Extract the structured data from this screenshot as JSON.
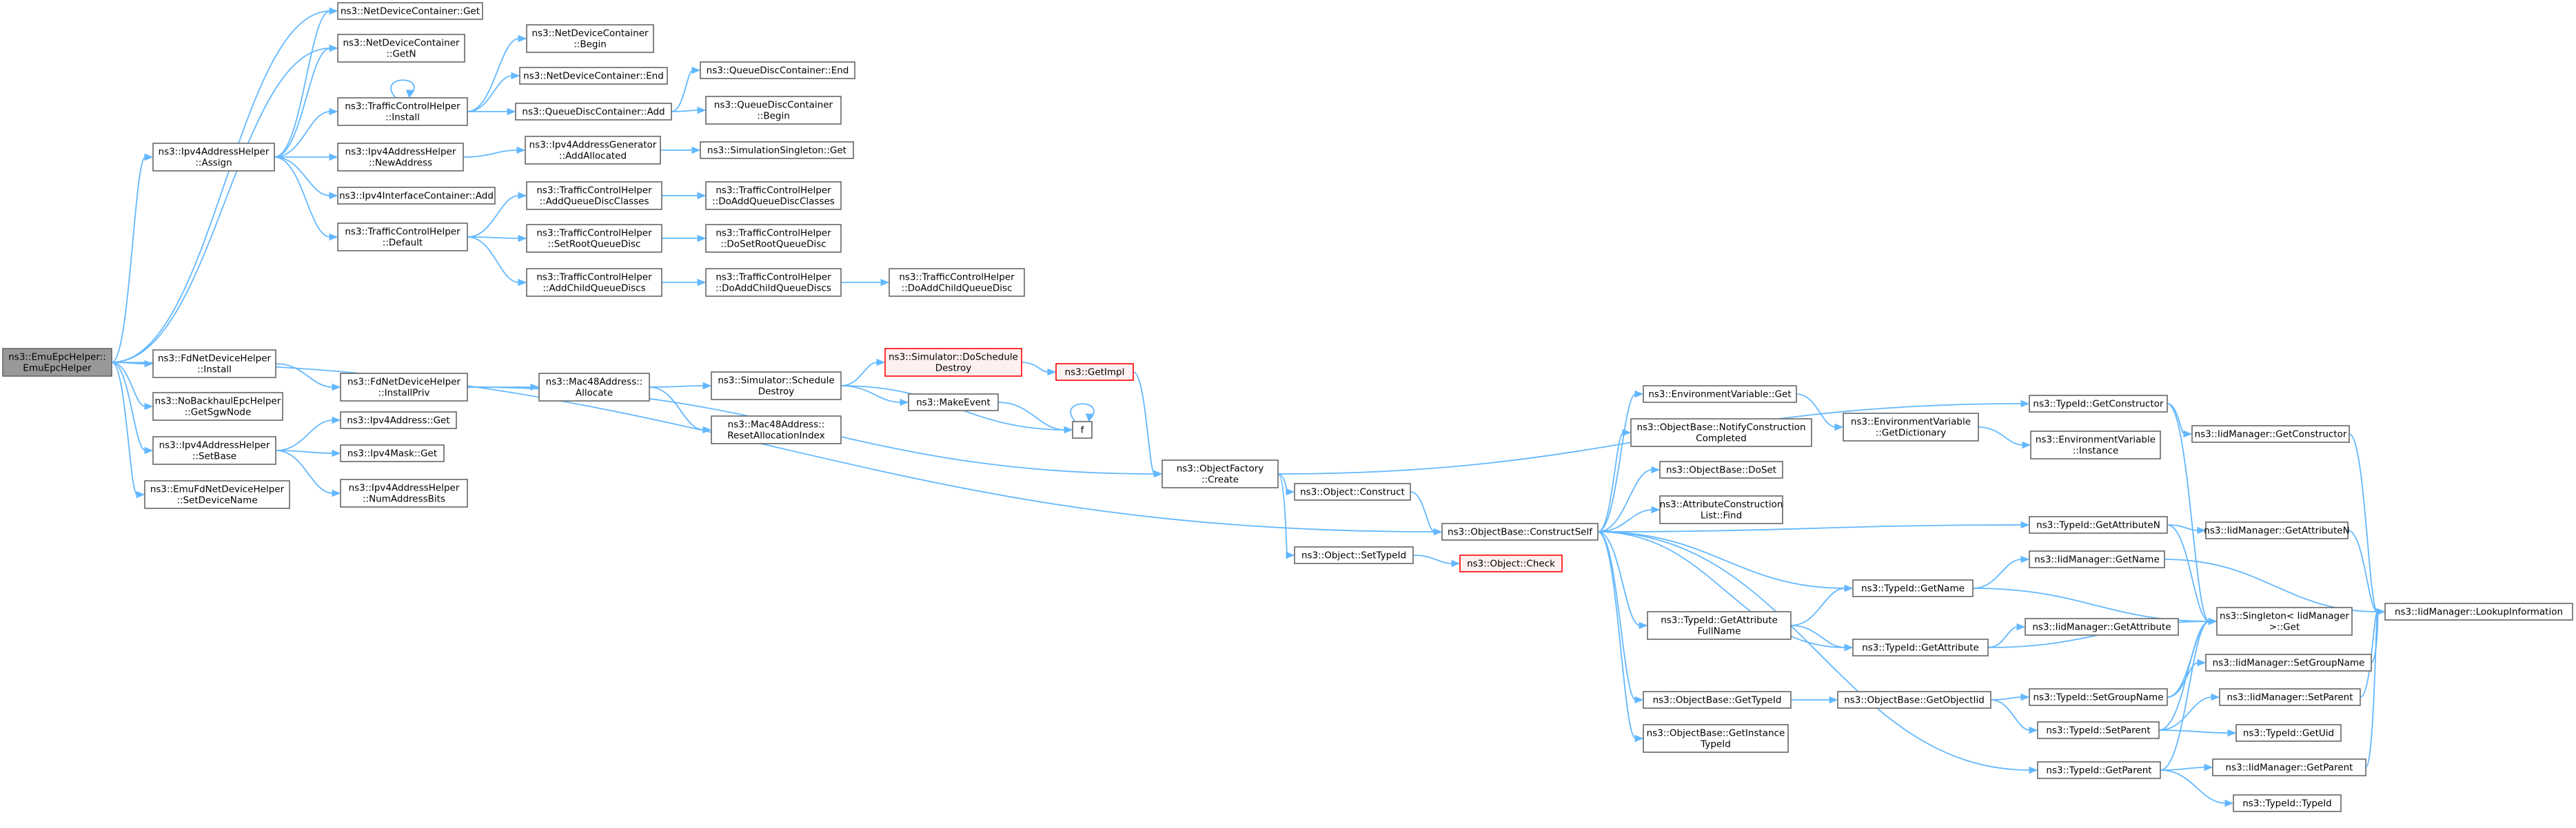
{
  "nodes": [
    {
      "id": "root",
      "lines": [
        "ns3::EmuEpcHelper::",
        "EmuEpcHelper"
      ],
      "style": "root"
    },
    {
      "id": "ndcGet",
      "lines": [
        "ns3::NetDeviceContainer::Get"
      ]
    },
    {
      "id": "ndcGetN",
      "lines": [
        "ns3::NetDeviceContainer",
        "::GetN"
      ]
    },
    {
      "id": "ndcBegin",
      "lines": [
        "ns3::NetDeviceContainer",
        "::Begin"
      ]
    },
    {
      "id": "ndcEnd",
      "lines": [
        "ns3::NetDeviceContainer::End"
      ]
    },
    {
      "id": "qdcEnd",
      "lines": [
        "ns3::QueueDiscContainer::End"
      ]
    },
    {
      "id": "qdcAdd",
      "lines": [
        "ns3::QueueDiscContainer::Add"
      ]
    },
    {
      "id": "qdcBegin",
      "lines": [
        "ns3::QueueDiscContainer",
        "::Begin"
      ]
    },
    {
      "id": "ipv4Assign",
      "lines": [
        "ns3::Ipv4AddressHelper",
        "::Assign"
      ]
    },
    {
      "id": "tchInstall",
      "lines": [
        "ns3::TrafficControlHelper",
        "::Install"
      ]
    },
    {
      "id": "ipv4NewAddr",
      "lines": [
        "ns3::Ipv4AddressHelper",
        "::NewAddress"
      ]
    },
    {
      "id": "ipv4GenAdd",
      "lines": [
        "ns3::Ipv4AddressGenerator",
        "::AddAllocated"
      ]
    },
    {
      "id": "simSingleton",
      "lines": [
        "ns3::SimulationSingleton::Get"
      ]
    },
    {
      "id": "ipv4IfcAdd",
      "lines": [
        "ns3::Ipv4InterfaceContainer::Add"
      ]
    },
    {
      "id": "tchDefault",
      "lines": [
        "ns3::TrafficControlHelper",
        "::Default"
      ]
    },
    {
      "id": "tchAddQDC",
      "lines": [
        "ns3::TrafficControlHelper",
        "::AddQueueDiscClasses"
      ]
    },
    {
      "id": "tchDoAddQDC",
      "lines": [
        "ns3::TrafficControlHelper",
        "::DoAddQueueDiscClasses"
      ]
    },
    {
      "id": "tchSetRoot",
      "lines": [
        "ns3::TrafficControlHelper",
        "::SetRootQueueDisc"
      ]
    },
    {
      "id": "tchDoSetRoot",
      "lines": [
        "ns3::TrafficControlHelper",
        "::DoSetRootQueueDisc"
      ]
    },
    {
      "id": "tchAddChild",
      "lines": [
        "ns3::TrafficControlHelper",
        "::AddChildQueueDiscs"
      ]
    },
    {
      "id": "tchDoAddChildren",
      "lines": [
        "ns3::TrafficControlHelper",
        "::DoAddChildQueueDiscs"
      ]
    },
    {
      "id": "tchDoAddChild",
      "lines": [
        "ns3::TrafficControlHelper",
        "::DoAddChildQueueDisc"
      ]
    },
    {
      "id": "fdInstall",
      "lines": [
        "ns3::FdNetDeviceHelper",
        "::Install"
      ]
    },
    {
      "id": "fdInstallPriv",
      "lines": [
        "ns3::FdNetDeviceHelper",
        "::InstallPriv"
      ]
    },
    {
      "id": "macAllocate",
      "lines": [
        "ns3::Mac48Address::",
        "Allocate"
      ]
    },
    {
      "id": "simSchedDestroy",
      "lines": [
        "ns3::Simulator::Schedule",
        "Destroy"
      ]
    },
    {
      "id": "simDoSched",
      "lines": [
        "ns3::Simulator::DoSchedule",
        "Destroy"
      ],
      "style": "red"
    },
    {
      "id": "getImpl",
      "lines": [
        "ns3::GetImpl"
      ],
      "style": "red"
    },
    {
      "id": "makeEvent",
      "lines": [
        "ns3::MakeEvent"
      ]
    },
    {
      "id": "f",
      "lines": [
        "f"
      ]
    },
    {
      "id": "macReset",
      "lines": [
        "ns3::Mac48Address::",
        "ResetAllocationIndex"
      ]
    },
    {
      "id": "noBackhaul",
      "lines": [
        "ns3::NoBackhaulEpcHelper",
        "::GetSgwNode"
      ]
    },
    {
      "id": "ipv4SetBase",
      "lines": [
        "ns3::Ipv4AddressHelper",
        "::SetBase"
      ]
    },
    {
      "id": "ipv4AddrGet",
      "lines": [
        "ns3::Ipv4Address::Get"
      ]
    },
    {
      "id": "ipv4MaskGet",
      "lines": [
        "ns3::Ipv4Mask::Get"
      ]
    },
    {
      "id": "ipv4NumBits",
      "lines": [
        "ns3::Ipv4AddressHelper",
        "::NumAddressBits"
      ]
    },
    {
      "id": "emuFdSetName",
      "lines": [
        "ns3::EmuFdNetDeviceHelper",
        "::SetDeviceName"
      ]
    },
    {
      "id": "objFactCreate",
      "lines": [
        "ns3::ObjectFactory",
        "::Create"
      ]
    },
    {
      "id": "objConstruct",
      "lines": [
        "ns3::Object::Construct"
      ]
    },
    {
      "id": "objSetTypeId",
      "lines": [
        "ns3::Object::SetTypeId"
      ]
    },
    {
      "id": "objCheck",
      "lines": [
        "ns3::Object::Check"
      ],
      "style": "red"
    },
    {
      "id": "objBaseConstructSelf",
      "lines": [
        "ns3::ObjectBase::ConstructSelf"
      ]
    },
    {
      "id": "envVarGet",
      "lines": [
        "ns3::EnvironmentVariable::Get"
      ]
    },
    {
      "id": "envVarGetDict",
      "lines": [
        "ns3::EnvironmentVariable",
        "::GetDictionary"
      ]
    },
    {
      "id": "envVarInstance",
      "lines": [
        "ns3::EnvironmentVariable",
        "::Instance"
      ]
    },
    {
      "id": "objBaseNotify",
      "lines": [
        "ns3::ObjectBase::NotifyConstruction",
        "Completed"
      ]
    },
    {
      "id": "objBaseDoSet",
      "lines": [
        "ns3::ObjectBase::DoSet"
      ]
    },
    {
      "id": "attrConstrFind",
      "lines": [
        "ns3::AttributeConstruction",
        "List::Find"
      ]
    },
    {
      "id": "typeIdGetConstructor",
      "lines": [
        "ns3::TypeId::GetConstructor"
      ]
    },
    {
      "id": "iidGetConstructor",
      "lines": [
        "ns3::IidManager::GetConstructor"
      ]
    },
    {
      "id": "typeIdGetAttrN",
      "lines": [
        "ns3::TypeId::GetAttributeN"
      ]
    },
    {
      "id": "iidGetAttrN",
      "lines": [
        "ns3::IidManager::GetAttributeN"
      ]
    },
    {
      "id": "typeIdGetName",
      "lines": [
        "ns3::TypeId::GetName"
      ]
    },
    {
      "id": "iidGetName",
      "lines": [
        "ns3::IidManager::GetName"
      ]
    },
    {
      "id": "iidLookup",
      "lines": [
        "ns3::IidManager::LookupInformation"
      ]
    },
    {
      "id": "singletonGet",
      "lines": [
        "ns3::Singleton< IidManager",
        ">::Get"
      ]
    },
    {
      "id": "typeIdGetAttrFull",
      "lines": [
        "ns3::TypeId::GetAttribute",
        "FullName"
      ]
    },
    {
      "id": "typeIdGetAttr",
      "lines": [
        "ns3::TypeId::GetAttribute"
      ]
    },
    {
      "id": "iidGetAttr",
      "lines": [
        "ns3::IidManager::GetAttribute"
      ]
    },
    {
      "id": "objBaseGetTypeId",
      "lines": [
        "ns3::ObjectBase::GetTypeId"
      ]
    },
    {
      "id": "objBaseGetObjectIid",
      "lines": [
        "ns3::ObjectBase::GetObjectIid"
      ]
    },
    {
      "id": "typeIdSetGroupName",
      "lines": [
        "ns3::TypeId::SetGroupName"
      ]
    },
    {
      "id": "iidSetGroupName",
      "lines": [
        "ns3::IidManager::SetGroupName"
      ]
    },
    {
      "id": "typeIdSetParent",
      "lines": [
        "ns3::TypeId::SetParent"
      ]
    },
    {
      "id": "iidSetParent",
      "lines": [
        "ns3::IidManager::SetParent"
      ]
    },
    {
      "id": "typeIdGetUid",
      "lines": [
        "ns3::TypeId::GetUid"
      ]
    },
    {
      "id": "objBaseGetInstTypeId",
      "lines": [
        "ns3::ObjectBase::GetInstance",
        "TypeId"
      ]
    },
    {
      "id": "typeIdGetParent",
      "lines": [
        "ns3::TypeId::GetParent"
      ]
    },
    {
      "id": "iidGetParent",
      "lines": [
        "ns3::IidManager::GetParent"
      ]
    },
    {
      "id": "typeIdTypeId",
      "lines": [
        "ns3::TypeId::TypeId"
      ]
    }
  ],
  "edges": [
    [
      "root",
      "ndcGet"
    ],
    [
      "root",
      "ndcGetN"
    ],
    [
      "root",
      "ipv4Assign"
    ],
    [
      "root",
      "objBaseConstructSelf"
    ],
    [
      "root",
      "fdInstall"
    ],
    [
      "root",
      "noBackhaul"
    ],
    [
      "root",
      "ipv4SetBase"
    ],
    [
      "root",
      "emuFdSetName"
    ],
    [
      "ipv4Assign",
      "ndcGet"
    ],
    [
      "ipv4Assign",
      "ndcGetN"
    ],
    [
      "ipv4Assign",
      "tchInstall"
    ],
    [
      "ipv4Assign",
      "ipv4NewAddr"
    ],
    [
      "ipv4Assign",
      "ipv4IfcAdd"
    ],
    [
      "ipv4Assign",
      "tchDefault"
    ],
    [
      "tchInstall",
      "ndcBegin"
    ],
    [
      "tchInstall",
      "ndcEnd"
    ],
    [
      "tchInstall",
      "qdcAdd"
    ],
    [
      "tchInstall",
      "tchInstall"
    ],
    [
      "qdcAdd",
      "qdcEnd"
    ],
    [
      "qdcAdd",
      "qdcBegin"
    ],
    [
      "ipv4NewAddr",
      "ipv4GenAdd"
    ],
    [
      "ipv4GenAdd",
      "simSingleton"
    ],
    [
      "tchDefault",
      "tchAddQDC"
    ],
    [
      "tchDefault",
      "tchSetRoot"
    ],
    [
      "tchDefault",
      "tchAddChild"
    ],
    [
      "tchAddQDC",
      "tchDoAddQDC"
    ],
    [
      "tchSetRoot",
      "tchDoSetRoot"
    ],
    [
      "tchAddChild",
      "tchDoAddChildren"
    ],
    [
      "tchDoAddChildren",
      "tchDoAddChild"
    ],
    [
      "fdInstall",
      "fdInstallPriv"
    ],
    [
      "fdInstallPriv",
      "macAllocate"
    ],
    [
      "fdInstallPriv",
      "objFactCreate"
    ],
    [
      "macAllocate",
      "simSchedDestroy"
    ],
    [
      "macAllocate",
      "macReset"
    ],
    [
      "simSchedDestroy",
      "simDoSched"
    ],
    [
      "simSchedDestroy",
      "makeEvent"
    ],
    [
      "simSchedDestroy",
      "f"
    ],
    [
      "simDoSched",
      "getImpl"
    ],
    [
      "getImpl",
      "objFactCreate"
    ],
    [
      "makeEvent",
      "f"
    ],
    [
      "f",
      "f"
    ],
    [
      "ipv4SetBase",
      "ipv4AddrGet"
    ],
    [
      "ipv4SetBase",
      "ipv4MaskGet"
    ],
    [
      "ipv4SetBase",
      "ipv4NumBits"
    ],
    [
      "objFactCreate",
      "typeIdGetConstructor"
    ],
    [
      "objFactCreate",
      "objConstruct"
    ],
    [
      "objFactCreate",
      "objSetTypeId"
    ],
    [
      "objConstruct",
      "objBaseConstructSelf"
    ],
    [
      "objSetTypeId",
      "objCheck"
    ],
    [
      "objBaseConstructSelf",
      "envVarGet"
    ],
    [
      "objBaseConstructSelf",
      "objBaseNotify"
    ],
    [
      "objBaseConstructSelf",
      "objBaseDoSet"
    ],
    [
      "objBaseConstructSelf",
      "attrConstrFind"
    ],
    [
      "objBaseConstructSelf",
      "typeIdGetAttrN"
    ],
    [
      "objBaseConstructSelf",
      "typeIdGetName"
    ],
    [
      "objBaseConstructSelf",
      "typeIdGetAttrFull"
    ],
    [
      "objBaseConstructSelf",
      "typeIdGetAttr"
    ],
    [
      "objBaseConstructSelf",
      "objBaseGetTypeId"
    ],
    [
      "objBaseConstructSelf",
      "objBaseGetInstTypeId"
    ],
    [
      "objBaseConstructSelf",
      "typeIdGetParent"
    ],
    [
      "envVarGet",
      "envVarGetDict"
    ],
    [
      "envVarGetDict",
      "envVarInstance"
    ],
    [
      "typeIdGetConstructor",
      "iidGetConstructor"
    ],
    [
      "typeIdGetConstructor",
      "singletonGet"
    ],
    [
      "iidGetConstructor",
      "iidLookup"
    ],
    [
      "typeIdGetAttrN",
      "iidGetAttrN"
    ],
    [
      "typeIdGetAttrN",
      "singletonGet"
    ],
    [
      "iidGetAttrN",
      "iidLookup"
    ],
    [
      "typeIdGetName",
      "iidGetName"
    ],
    [
      "typeIdGetName",
      "singletonGet"
    ],
    [
      "iidGetName",
      "iidLookup"
    ],
    [
      "typeIdGetAttrFull",
      "typeIdGetName"
    ],
    [
      "typeIdGetAttrFull",
      "typeIdGetAttr"
    ],
    [
      "typeIdGetAttr",
      "iidGetAttr"
    ],
    [
      "typeIdGetAttr",
      "singletonGet"
    ],
    [
      "objBaseGetTypeId",
      "objBaseGetObjectIid"
    ],
    [
      "objBaseGetObjectIid",
      "typeIdSetGroupName"
    ],
    [
      "objBaseGetObjectIid",
      "typeIdSetParent"
    ],
    [
      "typeIdSetGroupName",
      "iidSetGroupName"
    ],
    [
      "typeIdSetGroupName",
      "singletonGet"
    ],
    [
      "typeIdSetParent",
      "iidSetParent"
    ],
    [
      "typeIdSetParent",
      "typeIdGetUid"
    ],
    [
      "typeIdSetParent",
      "singletonGet"
    ],
    [
      "iidSetGroupName",
      "iidLookup"
    ],
    [
      "iidSetParent",
      "iidLookup"
    ],
    [
      "typeIdGetParent",
      "iidGetParent"
    ],
    [
      "typeIdGetParent",
      "typeIdTypeId"
    ],
    [
      "typeIdGetParent",
      "singletonGet"
    ],
    [
      "iidGetParent",
      "iidLookup"
    ]
  ]
}
